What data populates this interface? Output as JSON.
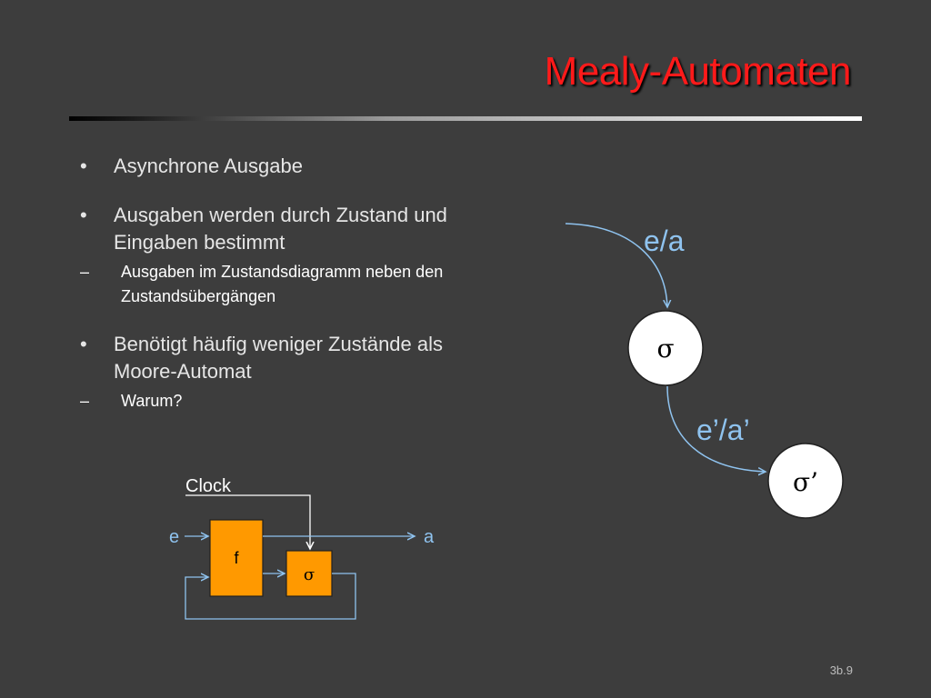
{
  "title": "Mealy-Automaten",
  "bullets": {
    "b1": "Asynchrone Ausgabe",
    "b2": "Ausgaben werden durch Zustand und Eingaben bestimmt",
    "b2_sub": "Ausgaben im Zustandsdiagramm neben den Zustandsübergängen",
    "b3": "Benötigt häufig weniger Zustände als Moore-Automat",
    "b3_sub": "Warum?",
    "bullet_symbol": "•",
    "dash_symbol": "–"
  },
  "state_diagram": {
    "transition_1": "e/a",
    "state_1": "σ",
    "transition_2": "e’/a’",
    "state_2": "σ’"
  },
  "block_diagram": {
    "clock": "Clock",
    "input": "e",
    "output": "a",
    "function_block": "f",
    "state_block": "σ"
  },
  "slide_number": "3b.9",
  "colors": {
    "background": "#3d3d3d",
    "title": "#ff1a1a",
    "accent_blue": "#8fc3ef",
    "block_orange": "#ff9900"
  }
}
